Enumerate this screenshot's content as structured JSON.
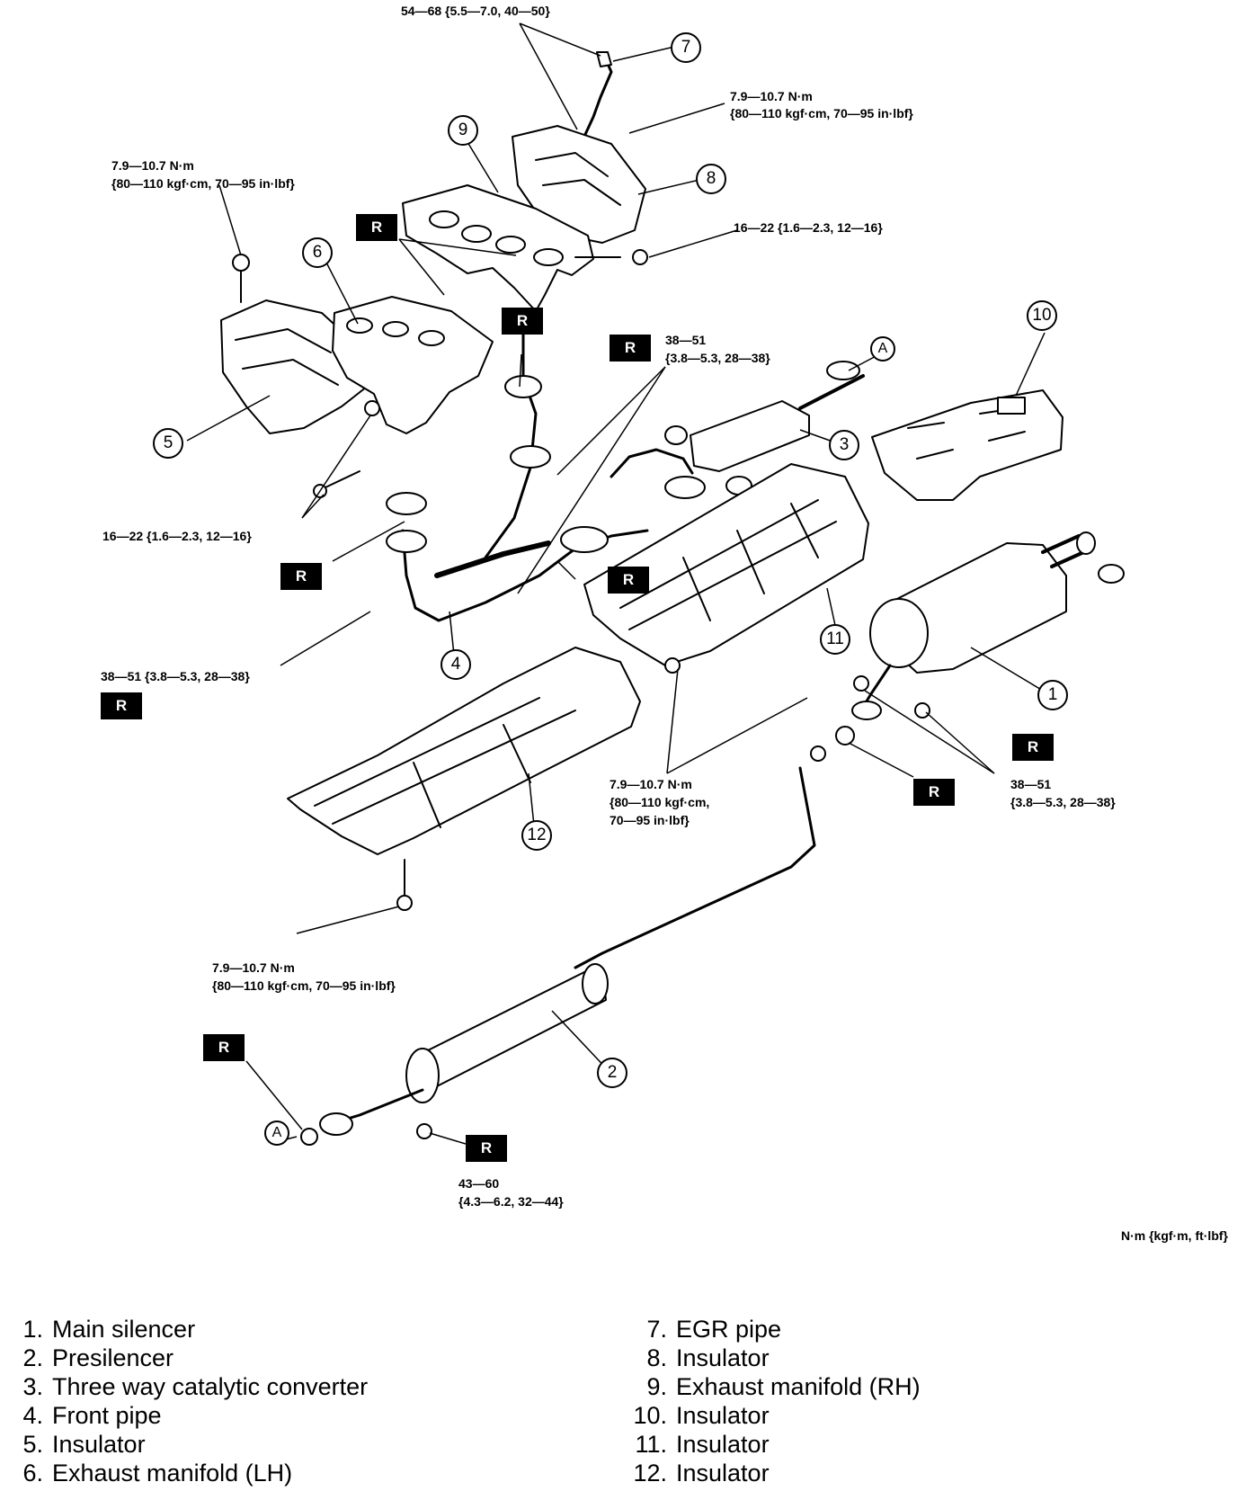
{
  "torque_labels": {
    "egr_nut": "54—68 {5.5—7.0, 40—50}",
    "insulator8_bolt_1": "7.9—10.7 N·m",
    "insulator8_bolt_2": "{80—110 kgf·cm, 70—95 in·lbf}",
    "insulator5_bolt_1": "7.9—10.7 N·m",
    "insulator5_bolt_2": "{80—110 kgf·cm, 70—95 in·lbf}",
    "manifold_rh_nut": "16—22 {1.6—2.3, 12—16}",
    "manifold_lh_nut": "16—22 {1.6—2.3, 12—16}",
    "front_pipe_nut_1": "38—51",
    "front_pipe_nut_2": "{3.8—5.3, 28—38}",
    "front_pipe_lower": "38—51 {3.8—5.3, 28—38}",
    "insulator11_bolt_1": "7.9—10.7 N·m",
    "insulator11_bolt_2": "{80—110 kgf·cm,",
    "insulator11_bolt_3": "70—95 in·lbf}",
    "silencer_nut_1": "38—51",
    "silencer_nut_2": "{3.8—5.3, 28—38}",
    "insulator12_bolt_1": "7.9—10.7 N·m",
    "insulator12_bolt_2": "{80—110 kgf·cm, 70—95 in·lbf}",
    "presilencer_nut_1": "43—60",
    "presilencer_nut_2": "{4.3—6.2, 32—44}"
  },
  "replace_mark": "R",
  "connection_mark": "A",
  "callouts": [
    "1",
    "2",
    "3",
    "4",
    "5",
    "6",
    "7",
    "8",
    "9",
    "10",
    "11",
    "12"
  ],
  "units_note": "N·m {kgf·m, ft·lbf}",
  "legend": [
    {
      "num": "1.",
      "name": "Main silencer"
    },
    {
      "num": "2.",
      "name": "Presilencer"
    },
    {
      "num": "3.",
      "name": "Three way catalytic converter"
    },
    {
      "num": "4.",
      "name": "Front pipe"
    },
    {
      "num": "5.",
      "name": "Insulator"
    },
    {
      "num": "6.",
      "name": "Exhaust manifold (LH)"
    },
    {
      "num": "7.",
      "name": "EGR pipe"
    },
    {
      "num": "8.",
      "name": "Insulator"
    },
    {
      "num": "9.",
      "name": "Exhaust manifold (RH)"
    },
    {
      "num": "10.",
      "name": "Insulator"
    },
    {
      "num": "11.",
      "name": "Insulator"
    },
    {
      "num": "12.",
      "name": "Insulator"
    }
  ]
}
